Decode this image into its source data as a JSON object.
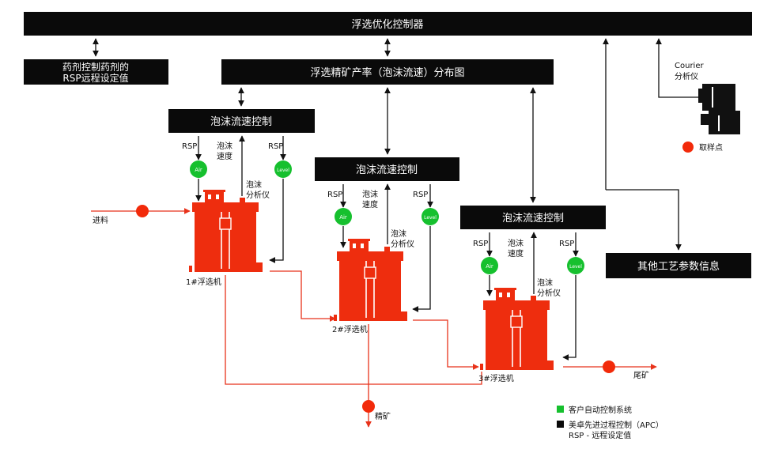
{
  "top_bar": {
    "title": "浮选优化控制器"
  },
  "rsp_box": {
    "line1": "药剂控制药剂的",
    "line2": "RSP远程设定值"
  },
  "dist_box": {
    "title": "浮选精矿产率（泡沫流速）分布图"
  },
  "courier": {
    "line1": "Courier",
    "line2": "分析仪"
  },
  "sampling_legend": {
    "label": "取样点"
  },
  "units": [
    {
      "control_title": "泡沫流速控制",
      "rsp_left": "RSP",
      "speed_line1": "泡沫",
      "speed_line2": "速度",
      "rsp_right": "RSP",
      "air_label": "Air",
      "level_label": "Level",
      "analyzer_line1": "泡沫",
      "analyzer_line2": "分析仪",
      "cell_label": "1#浮选机"
    },
    {
      "control_title": "泡沫流速控制",
      "rsp_left": "RSP",
      "speed_line1": "泡沫",
      "speed_line2": "速度",
      "rsp_right": "RSP",
      "air_label": "Air",
      "level_label": "Level",
      "analyzer_line1": "泡沫",
      "analyzer_line2": "分析仪",
      "cell_label": "2#浮选机"
    },
    {
      "control_title": "泡沫流速控制",
      "rsp_left": "RSP",
      "speed_line1": "泡沫",
      "speed_line2": "速度",
      "rsp_right": "RSP",
      "air_label": "Air",
      "level_label": "Level",
      "analyzer_line1": "泡沫",
      "analyzer_line2": "分析仪",
      "cell_label": "3#浮选机"
    }
  ],
  "feed_label": "进料",
  "tailings_label": "尾矿",
  "concentrate_label": "精矿",
  "other_box": {
    "title": "其他工艺参数信息"
  },
  "legend": {
    "green_label": "客户自动控制系统",
    "black_label": "美卓先进过程控制（APC）",
    "rsp_note": "RSP - 远程设定值"
  },
  "colors": {
    "black_box": "#0a0a0a",
    "red_cell": "#ee2d0e",
    "green_node": "#16c02e",
    "sample_dot": "#f22a0a",
    "flow_line": "#e8321a"
  }
}
